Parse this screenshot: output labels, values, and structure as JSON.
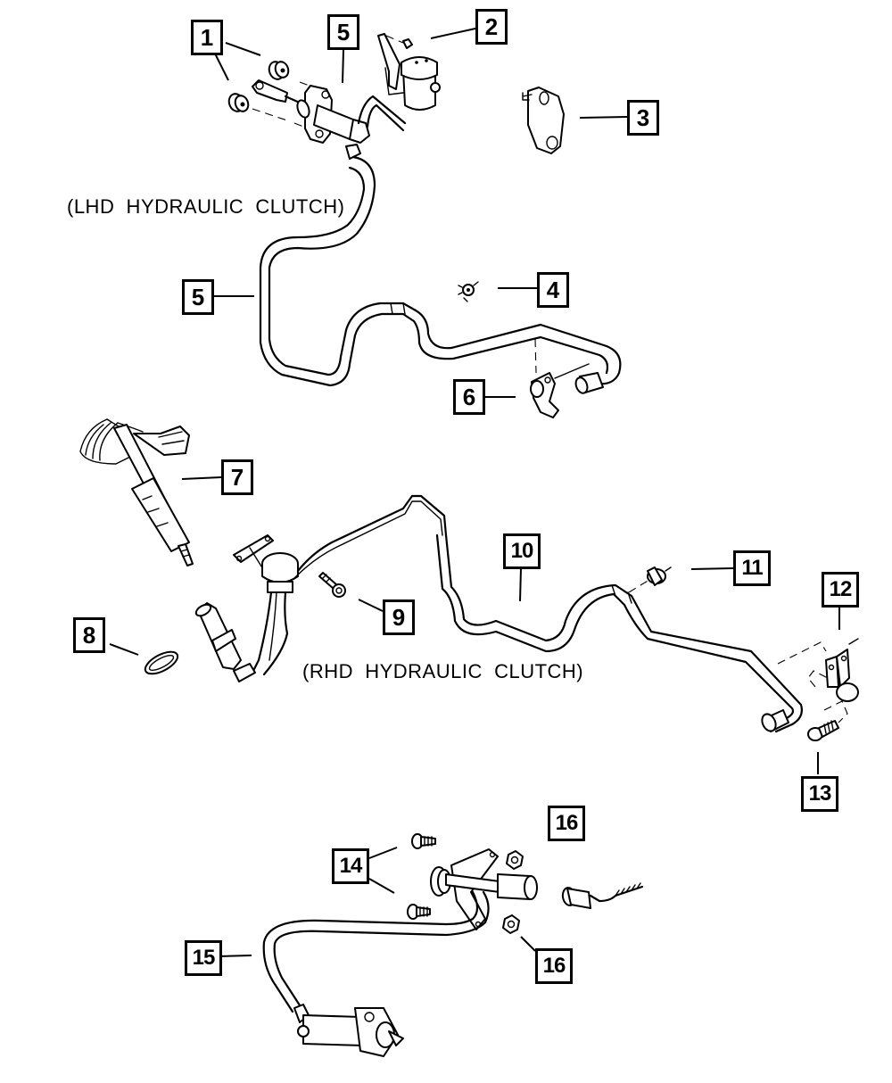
{
  "diagram": {
    "type": "exploded parts diagram",
    "subject": "Hydraulic clutch components",
    "captions": {
      "lhd": "(LHD  HYDRAULIC  CLUTCH)",
      "rhd": "(RHD  HYDRAULIC  CLUTCH)"
    },
    "callouts": [
      {
        "id": "c1",
        "label": "1",
        "points_to": "grommets (two, on master cylinder pushrod)"
      },
      {
        "id": "c2",
        "label": "2",
        "points_to": "reservoir bracket bolt"
      },
      {
        "id": "c3",
        "label": "3",
        "points_to": "mounting plate / gasket"
      },
      {
        "id": "c4",
        "label": "4",
        "points_to": "line retaining clip"
      },
      {
        "id": "c5a",
        "label": "5",
        "points_to": "LHD master cylinder & reservoir"
      },
      {
        "id": "c5b",
        "label": "5",
        "points_to": "LHD hydraulic line"
      },
      {
        "id": "c6",
        "label": "6",
        "points_to": "line bracket clip"
      },
      {
        "id": "c7",
        "label": "7",
        "points_to": "clutch pedal switch with wiring"
      },
      {
        "id": "c8",
        "label": "8",
        "points_to": "O-ring seal"
      },
      {
        "id": "c9",
        "label": "9",
        "points_to": "reservoir mounting bolt"
      },
      {
        "id": "c10",
        "label": "10",
        "points_to": "RHD master cylinder hydraulic line"
      },
      {
        "id": "c11",
        "label": "11",
        "points_to": "line retaining clip"
      },
      {
        "id": "c12",
        "label": "12",
        "points_to": "line bracket"
      },
      {
        "id": "c13",
        "label": "13",
        "points_to": "push-in fastener"
      },
      {
        "id": "c14",
        "label": "14",
        "points_to": "mounting bolts (two)"
      },
      {
        "id": "c15",
        "label": "15",
        "points_to": "slave cylinder & line"
      },
      {
        "id": "c16a",
        "label": "16",
        "points_to": "quick-connect fitting"
      },
      {
        "id": "c16b",
        "label": "16",
        "points_to": "nuts (two)"
      }
    ]
  }
}
